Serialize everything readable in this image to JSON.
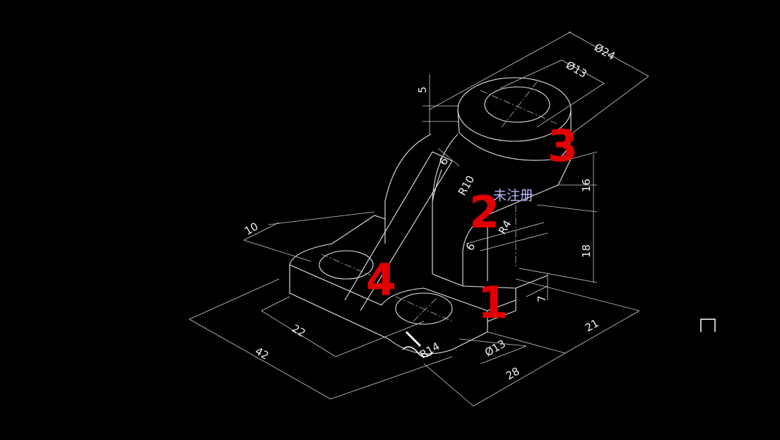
{
  "colors": {
    "background": "#000000",
    "lines": "#e8e8e8",
    "annotation_marks": "#e00000",
    "text_overlay": "#b8b8ff"
  },
  "dimensions": {
    "outer_diameter": "Ø24",
    "inner_diameter_top": "Ø13",
    "top_height": "5",
    "rib_width": "6",
    "fillet_radius": "R10",
    "lower_six": "6",
    "small_radius": "R4",
    "height_16": "16",
    "height_18": "18",
    "base_thickness": "10",
    "slot_height": "7",
    "width_22": "22",
    "length_42": "42",
    "hole_diameter": "Ø13",
    "radius_14": "R14",
    "width_28": "28",
    "depth_21": "21"
  },
  "annotations": {
    "mark_1": "1",
    "mark_2": "2",
    "mark_3": "3",
    "mark_4": "4",
    "overlay_text": "未注册"
  },
  "cursor_icon": "crosshair-box-icon"
}
